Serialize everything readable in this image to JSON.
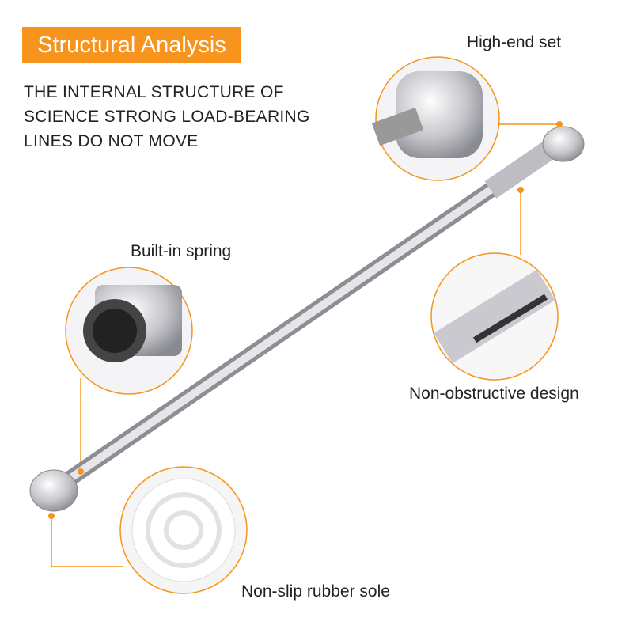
{
  "title": "Structural Analysis",
  "description": [
    "THE INTERNAL STRUCTURE OF",
    "SCIENCE STRONG LOAD-BEARING",
    "LINES DO NOT MOVE"
  ],
  "callouts": {
    "high_end": "High-end set",
    "spring": "Built-in spring",
    "non_obstructive": "Non-obstructive design",
    "rubber_sole": "Non-slip rubber sole"
  },
  "colors": {
    "accent": "#F7941D",
    "chrome": "#C8C8CC"
  }
}
